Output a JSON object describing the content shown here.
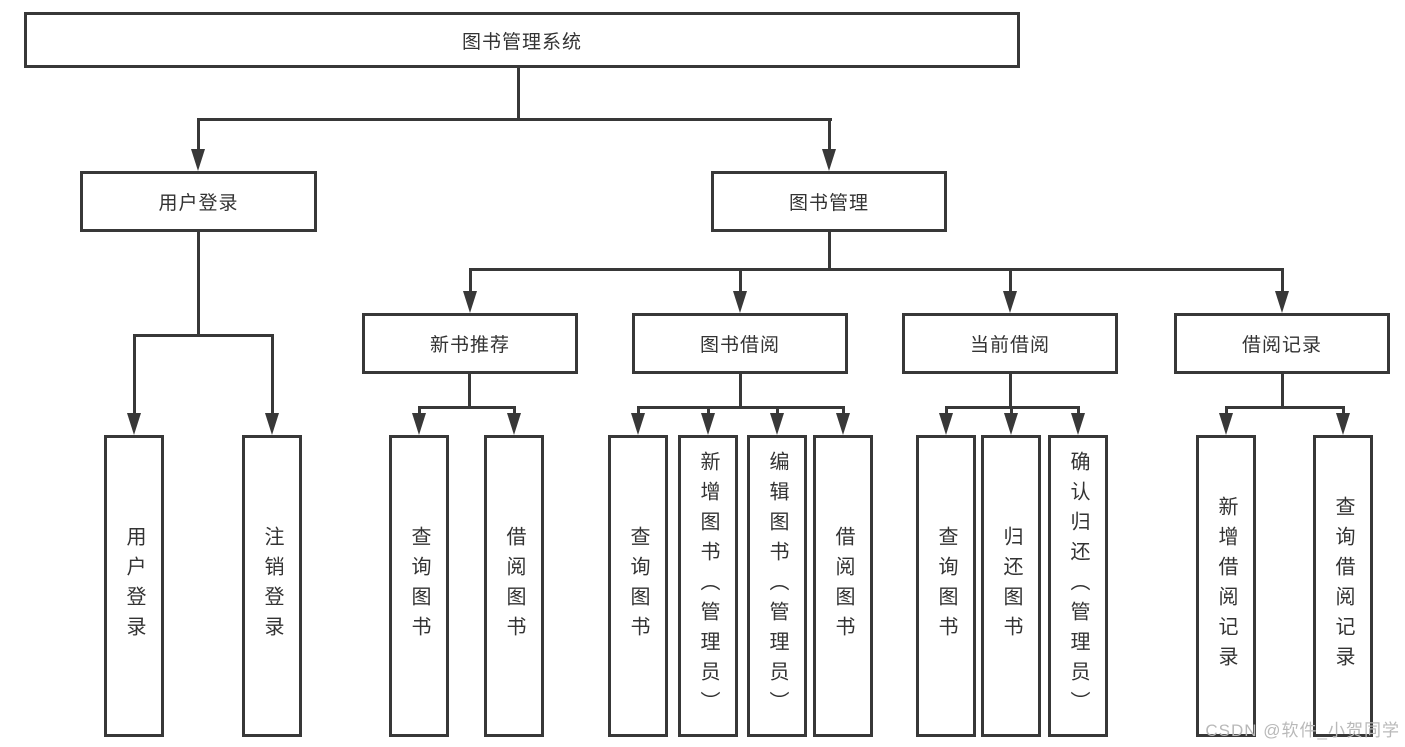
{
  "colors": {
    "line": "#383838",
    "text": "#333333",
    "watermark": "#b9b9b9",
    "background": "#ffffff"
  },
  "watermark": {
    "text": "CSDN @软件_小贺同学"
  },
  "tree": {
    "root": {
      "label": "图书管理系统",
      "children": [
        {
          "label": "用户登录",
          "children": [
            {
              "label": "用户登录"
            },
            {
              "label": "注销登录"
            }
          ]
        },
        {
          "label": "图书管理",
          "children": [
            {
              "label": "新书推荐",
              "children": [
                {
                  "label": "查询图书"
                },
                {
                  "label": "借阅图书"
                }
              ]
            },
            {
              "label": "图书借阅",
              "children": [
                {
                  "label": "查询图书"
                },
                {
                  "label": "新增图书（管理员）"
                },
                {
                  "label": "编辑图书（管理员）"
                },
                {
                  "label": "借阅图书"
                }
              ]
            },
            {
              "label": "当前借阅",
              "children": [
                {
                  "label": "查询图书"
                },
                {
                  "label": "归还图书"
                },
                {
                  "label": "确认归还（管理员）"
                }
              ]
            },
            {
              "label": "借阅记录",
              "children": [
                {
                  "label": "新增借阅记录"
                },
                {
                  "label": "查询借阅记录"
                }
              ]
            }
          ]
        }
      ]
    }
  }
}
